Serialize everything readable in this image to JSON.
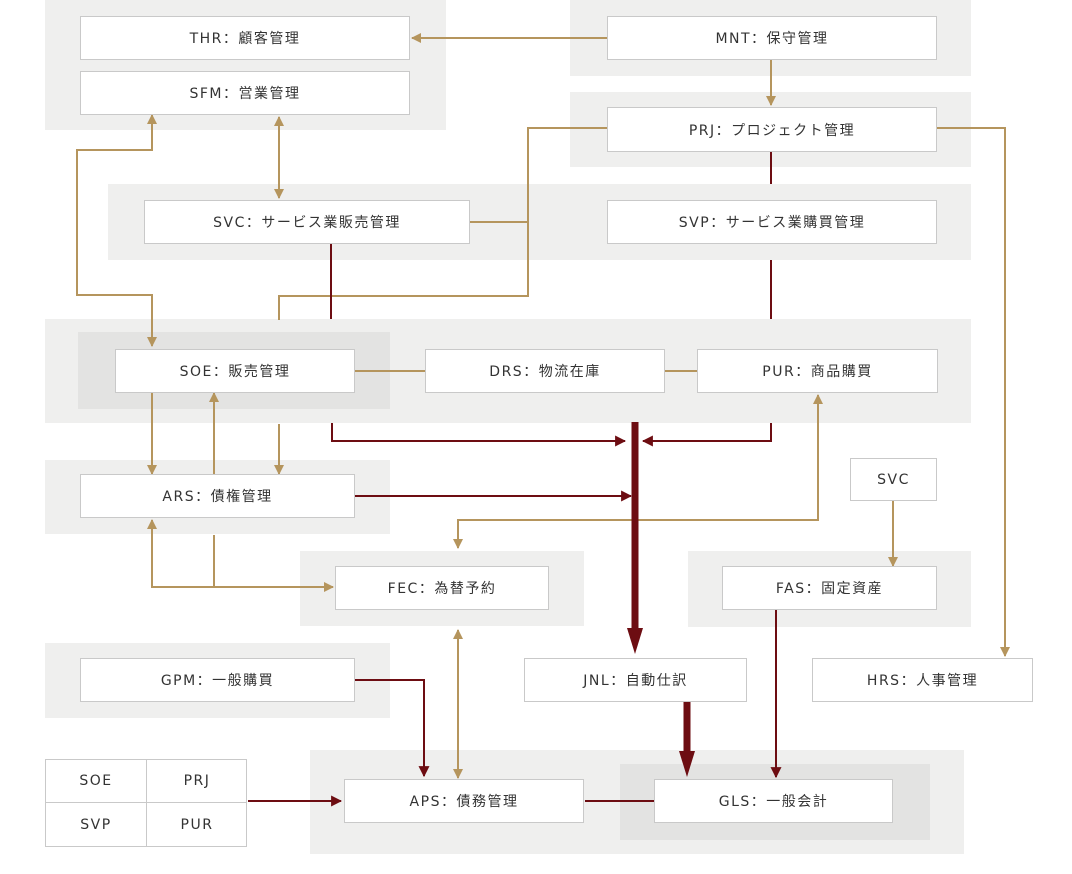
{
  "colors": {
    "gold": "#b5955d",
    "maroon": "#6d0d12",
    "panel": "#efefee",
    "panel_dark": "#e3e3e2",
    "border": "#c9c9c9"
  },
  "modules": {
    "thr": "THR：顧客管理",
    "mnt": "MNT：保守管理",
    "sfm": "SFM：営業管理",
    "prj": "PRJ：プロジェクト管理",
    "svc_sales": "SVC：サービス業販売管理",
    "svp": "SVP：サービス業購買管理",
    "soe": "SOE：販売管理",
    "drs": "DRS：物流在庫",
    "pur": "PUR：商品購買",
    "ars": "ARS：債権管理",
    "svc_small": "SVC",
    "fec": "FEC：為替予約",
    "fas": "FAS：固定資産",
    "gpm": "GPM：一般購買",
    "jnl": "JNL：自動仕訳",
    "hrs": "HRS：人事管理",
    "aps": "APS：債務管理",
    "gls": "GLS：一般会計"
  },
  "source_grid": {
    "cells": [
      "SOE",
      "PRJ",
      "SVP",
      "PUR"
    ]
  }
}
